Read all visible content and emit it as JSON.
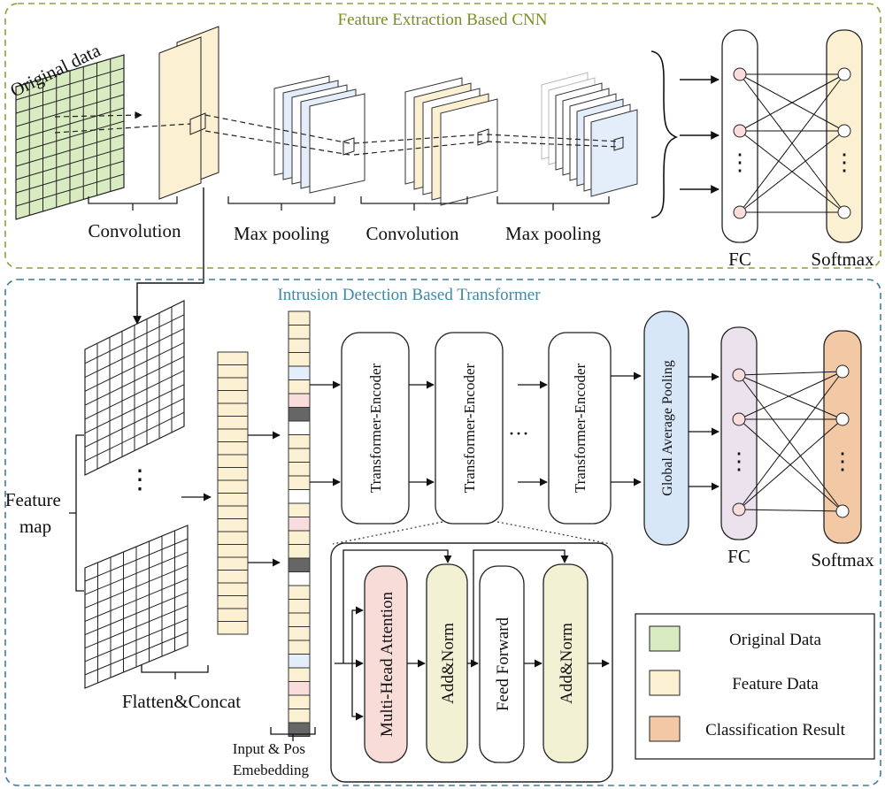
{
  "cnn": {
    "title": "Feature Extraction Based CNN",
    "original_label": "Original data",
    "stages": [
      "Convolution",
      "Max pooling",
      "Convolution",
      "Max pooling"
    ],
    "fc_label": "FC",
    "softmax_label": "Softmax",
    "ellipsis": "⋮"
  },
  "transformer": {
    "title": "Intrusion Detection Based Transformer",
    "feature_map_label": "Feature\nmap",
    "flatten_label": "Flatten&Concat",
    "embedding_label": "Input & Pos\nEmebedding",
    "encoder_label": "Transformer-Encoder",
    "encoder_ellipsis": "···",
    "gap_label": "Global Average Pooling",
    "fc_label": "FC",
    "softmax_label": "Softmax",
    "ellipsis": "⋮",
    "detail_blocks": [
      "Multi-Head Attention",
      "Add&Norm",
      "Feed Forward",
      "Add&Norm"
    ]
  },
  "legend": {
    "items": [
      {
        "label": "Original Data",
        "color": "#d9ebc1"
      },
      {
        "label": "Feature Data",
        "color": "#fbf0d2"
      },
      {
        "label": "Classification Result",
        "color": "#f3c9a5"
      }
    ]
  },
  "colors": {
    "cnn_border": "#8aa43c",
    "cnn_title": "#7a8f1e",
    "tr_border": "#3d7d9c",
    "tr_title": "#3d8aa8",
    "original": "#d9ebc1",
    "feature": "#fbf0d2",
    "pool": "#e4eefa",
    "pink": "#f9dcdc",
    "gap": "#d7e7f8",
    "fc": "#ece2ee",
    "softmax_cnn": "#fbf0d2",
    "softmax_tr": "#f3c9a5",
    "addnorm": "#f3f1d4",
    "mha": "#f8dcd8"
  }
}
